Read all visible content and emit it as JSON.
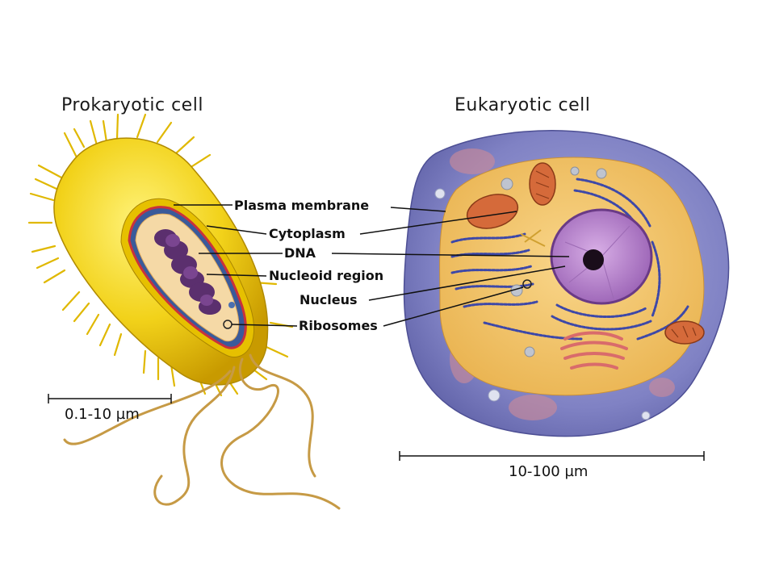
{
  "prokaryote": {
    "title": "Prokaryotic cell",
    "scale": "0.1-10 µm"
  },
  "eukaryote": {
    "title": "Eukaryotic cell",
    "scale": "10-100 µm"
  },
  "labels": {
    "plasma_membrane": "Plasma membrane",
    "cytoplasm": "Cytoplasm",
    "dna": "DNA",
    "nucleoid_region": "Nucleoid region",
    "nucleus": "Nucleus",
    "ribosomes": "Ribosomes"
  },
  "colors": {
    "prokaryote_body": "#f2d21a",
    "prokaryote_pili": "#e8c000",
    "prokaryote_interior": "#f5d9a6",
    "dna": "#5b2f6e",
    "membrane": "#c8323c",
    "flagellum": "#c69a45",
    "eukaryote_outer": "#7d7fc0",
    "eukaryote_cytoplasm": "#f3c66c",
    "nucleus": "#b07ec9",
    "nucleolus": "#1a0d1a",
    "er": "#3d48a8",
    "mitochondria": "#d56a3a"
  }
}
